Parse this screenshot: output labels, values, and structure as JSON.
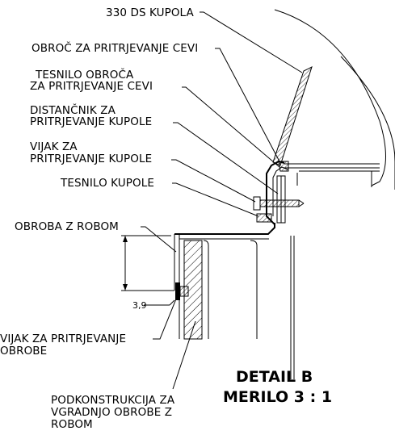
{
  "labels": {
    "dome": "330 DS KUPOLA",
    "ring": "OBROČ ZA PRITRJEVANJE CEVI",
    "ring_seal_1": "TESNILO OBROČA",
    "ring_seal_2": "ZA PRITRJEVANJE CEVI",
    "spacer_1": "DISTANČNIK ZA",
    "spacer_2": "PRITRJEVANJE KUPOLE",
    "screw_dome_1": "VIJAK  ZA",
    "screw_dome_2": "PRITRJEVANJE KUPOLE",
    "dome_seal": "TESNILO KUPOLE",
    "flashing": "OBROBA Z ROBOM",
    "dimension": "3,9",
    "screw_flash_1": "VIJAK ZA PRITRJEVANJE",
    "screw_flash_2": "OBROBE",
    "sub_1": "PODKONSTRUKCIJA ZA",
    "sub_2": "VGRADNJO OBROBE Z",
    "sub_3": "ROBOM"
  },
  "detail": {
    "title": "DETAIL B",
    "scale": "MERILO 3 : 1"
  }
}
